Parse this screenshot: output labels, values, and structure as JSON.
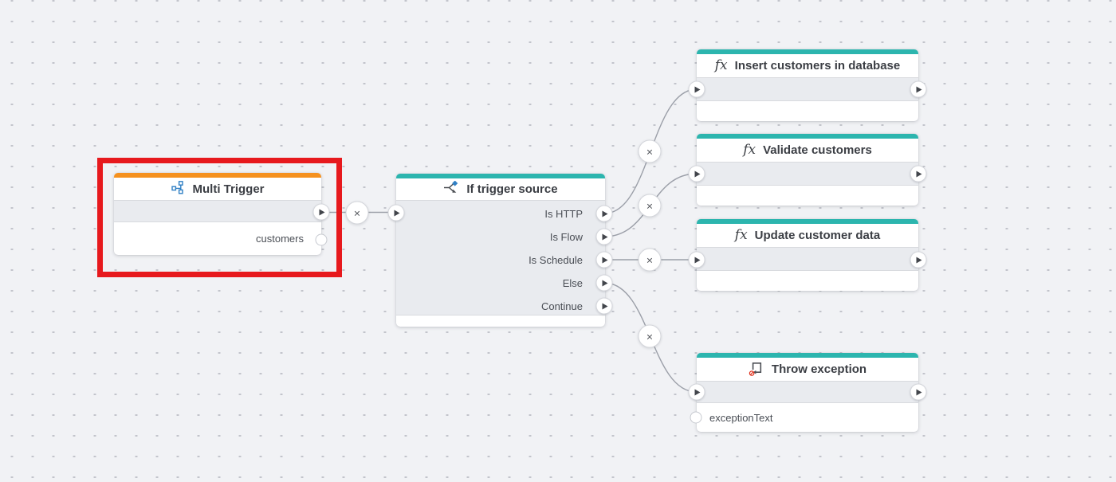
{
  "symbols": {
    "fx": "fx",
    "delete_connection": "×"
  },
  "nodes": {
    "multi_trigger": {
      "title": "Multi Trigger",
      "icon": "graph-nodes-icon",
      "output_field": "customers"
    },
    "if_trigger_source": {
      "title": "If trigger source",
      "icon": "branch-icon",
      "outputs": [
        "Is HTTP",
        "Is Flow",
        "Is Schedule",
        "Else",
        "Continue"
      ]
    },
    "insert_customers_in_database": {
      "title": "Insert customers in database",
      "icon": "fx-icon"
    },
    "validate_customers": {
      "title": "Validate customers",
      "icon": "fx-icon"
    },
    "update_customer_data": {
      "title": "Update customer data",
      "icon": "fx-icon"
    },
    "throw_exception": {
      "title": "Throw exception",
      "icon": "throw-arrow-icon",
      "input_field": "exceptionText"
    }
  },
  "connections": [
    {
      "from": "Multi Trigger",
      "to": "If trigger source"
    },
    {
      "from": "If trigger source / Is HTTP",
      "to": "Insert customers in database"
    },
    {
      "from": "If trigger source / Is Flow",
      "to": "Validate customers"
    },
    {
      "from": "If trigger source / Is Schedule",
      "to": "Update customer data"
    },
    {
      "from": "If trigger source / Else",
      "to": "Throw exception"
    }
  ],
  "annotations": {
    "highlight_box_target": "Multi Trigger"
  },
  "colors": {
    "trigger_accent": "#f5911f",
    "action_accent": "#2cb5ae",
    "highlight_red": "#e7191d",
    "canvas_background": "#f1f2f5",
    "connection_line": "#9b9fa8"
  }
}
